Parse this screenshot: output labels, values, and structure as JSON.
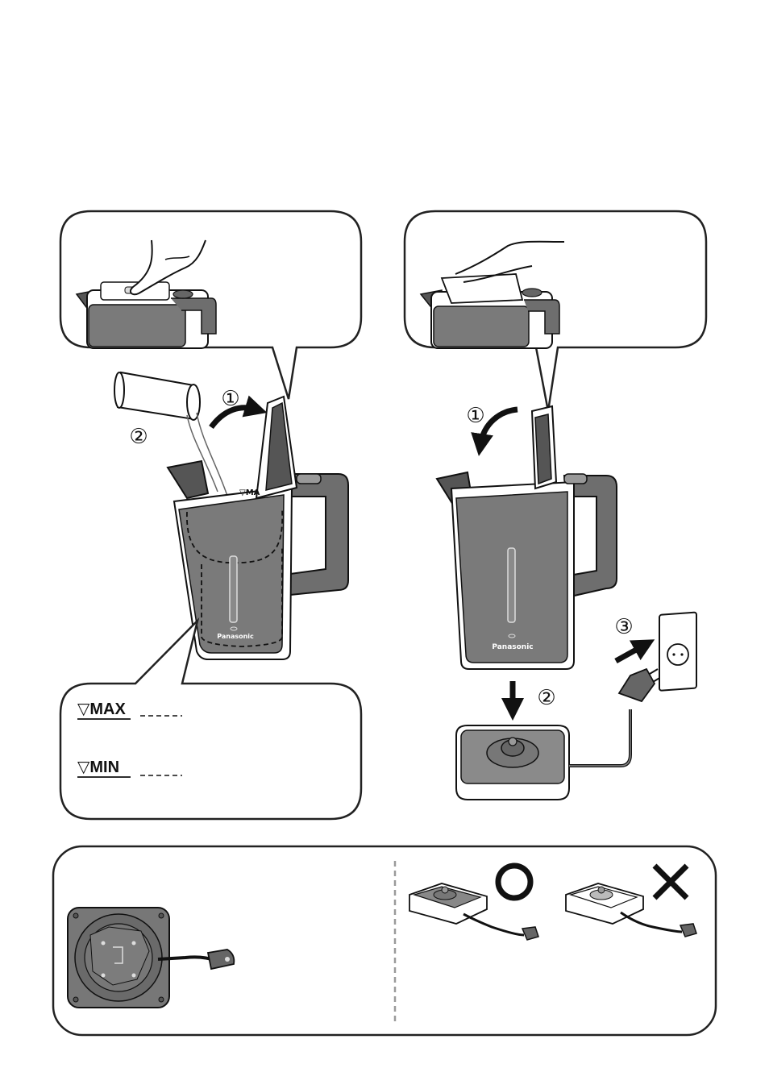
{
  "left_panel": {
    "steps": [
      "①",
      "②"
    ],
    "brand": "Panasonic",
    "lid_mark": "▽MA",
    "legend": {
      "max_label": "▽MAX",
      "min_label": "▽MIN"
    }
  },
  "right_panel": {
    "steps": [
      "①",
      "②",
      "③"
    ],
    "brand": "Panasonic"
  },
  "bottom_panel": {
    "correct_mark": "correct-circle",
    "wrong_mark": "wrong-cross"
  },
  "colors": {
    "kettle_body": "#7a7a7a",
    "handle": "#6e6e6e",
    "outline": "#1a1a1a",
    "panel_border": "#222222",
    "divider": "#9a9a9a"
  }
}
